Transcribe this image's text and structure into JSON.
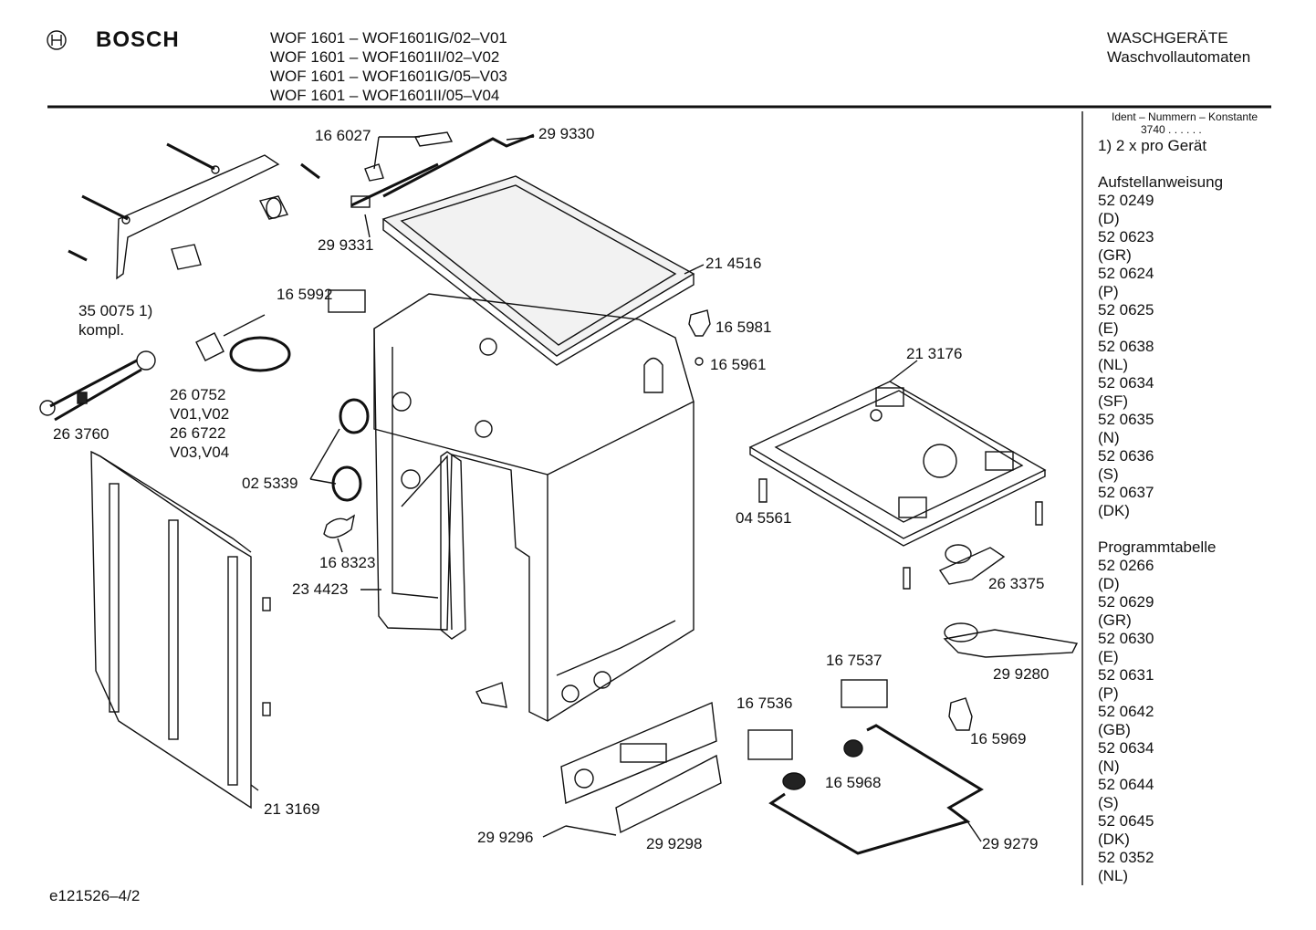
{
  "header": {
    "brand": "BOSCH",
    "models": [
      "WOF 1601 – WOF1601IG/02–V01",
      "WOF 1601 – WOF1601II/02–V02",
      "WOF 1601 – WOF1601IG/05–V03",
      "WOF 1601 – WOF1601II/05–V04"
    ],
    "category": "WASCHGERÄTE",
    "subcategory": "Waschvollautomaten"
  },
  "sidebar": {
    "ident_title": "Ident – Nummern – Konstante",
    "ident_value": "3740  . .     . . . .",
    "note": "1) 2 x pro Gerät",
    "aufstell_title": "Aufstellanweisung",
    "aufstell_items": [
      "52 0249",
      "(D)",
      "52 0623",
      "(GR)",
      "52 0624",
      "(P)",
      "52 0625",
      "(E)",
      "52 0638",
      "(NL)",
      "52 0634",
      "(SF)",
      "52 0635",
      "(N)",
      "52 0636",
      "(S)",
      "52 0637",
      "(DK)"
    ],
    "programm_title": "Programmtabelle",
    "programm_items": [
      "52 0266",
      "(D)",
      "52 0629",
      "(GR)",
      "52 0630",
      "(E)",
      "52 0631",
      "(P)",
      "52 0642",
      "(GB)",
      "52 0634",
      "(N)",
      "52 0644",
      "(S)",
      "52 0645",
      "(DK)",
      "52 0352",
      "(NL)"
    ]
  },
  "parts": {
    "p166027": "16 6027",
    "p299330": "29 9330",
    "p299331": "29 9331",
    "p214516": "21 4516",
    "p350075": "35 0075 1)",
    "kompl": "kompl.",
    "p165992": "16 5992",
    "p165981": "16 5981",
    "p165961": "16 5961",
    "p213176": "21 3176",
    "p260752": "26 0752",
    "v0102": "V01,V02",
    "p266722": "26 6722",
    "v0304": "V03,V04",
    "p263760": "26 3760",
    "p025339": "02 5339",
    "p168323": "16 8323",
    "p234423": "23 4423",
    "p045561": "04 5561",
    "p263375": "26 3375",
    "p167537": "16 7537",
    "p299280": "29 9280",
    "p167536": "16 7536",
    "p165969": "16 5969",
    "p165968": "16 5968",
    "p213169": "21 3169",
    "p299296": "29 9296",
    "p299298": "29 9298",
    "p299279": "29 9279"
  },
  "footer": {
    "code": "e121526–4/2"
  }
}
